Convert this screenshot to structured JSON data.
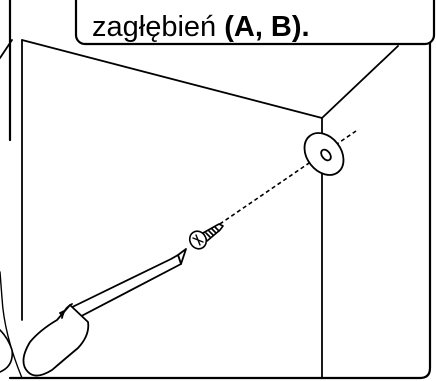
{
  "caption": {
    "text_plain": "zagłębień ",
    "text_bold": "(A, B)."
  },
  "colors": {
    "stroke": "#000000",
    "background": "#ffffff"
  },
  "icons": {
    "cabinet": "cabinet-corner-icon",
    "washer": "washer-icon",
    "screw": "screw-icon",
    "screwdriver": "screwdriver-icon",
    "guide": "dashed-guide-line"
  }
}
